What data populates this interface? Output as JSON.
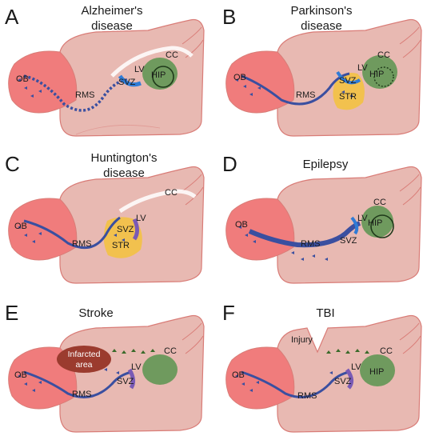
{
  "colors": {
    "brain_fill": "#e8b9b2",
    "brain_stroke": "#d97c77",
    "olfactory_bulb": "#f07c7c",
    "hippocampus": "#6f9a5e",
    "striatum": "#f2c14e",
    "rms_pathway": "#3a4fa0",
    "infarct": "#9b3b2e"
  },
  "panels": [
    {
      "letter": "A",
      "title": [
        "Alzheimer's",
        "disease"
      ],
      "labels": {
        "ob": "OB",
        "rms": "RMS",
        "svz": "SVZ",
        "lv": "LV",
        "cc": "CC",
        "hip": "HIP"
      }
    },
    {
      "letter": "B",
      "title": [
        "Parkinson's",
        "disease"
      ],
      "labels": {
        "ob": "OB",
        "rms": "RMS",
        "svz": "SVZ",
        "lv": "LV",
        "cc": "CC",
        "hip": "HIP",
        "str": "STR"
      }
    },
    {
      "letter": "C",
      "title": [
        "Huntington's",
        "disease"
      ],
      "labels": {
        "ob": "OB",
        "rms": "RMS",
        "svz": "SVZ",
        "lv": "LV",
        "cc": "CC",
        "str": "STR"
      }
    },
    {
      "letter": "D",
      "title": [
        "Epilepsy"
      ],
      "labels": {
        "ob": "OB",
        "rms": "RMS",
        "svz": "SVZ",
        "lv": "LV",
        "cc": "CC",
        "hip": "HIP"
      }
    },
    {
      "letter": "E",
      "title": [
        "Stroke"
      ],
      "labels": {
        "ob": "OB",
        "rms": "RMS",
        "svz": "SVZ",
        "lv": "LV",
        "cc": "CC",
        "infarct": [
          "Infarcted",
          "area"
        ]
      }
    },
    {
      "letter": "F",
      "title": [
        "TBI"
      ],
      "labels": {
        "ob": "OB",
        "rms": "RMS",
        "svz": "SVZ",
        "lv": "LV",
        "cc": "CC",
        "hip": "HIP",
        "injury": "Injury"
      }
    }
  ]
}
